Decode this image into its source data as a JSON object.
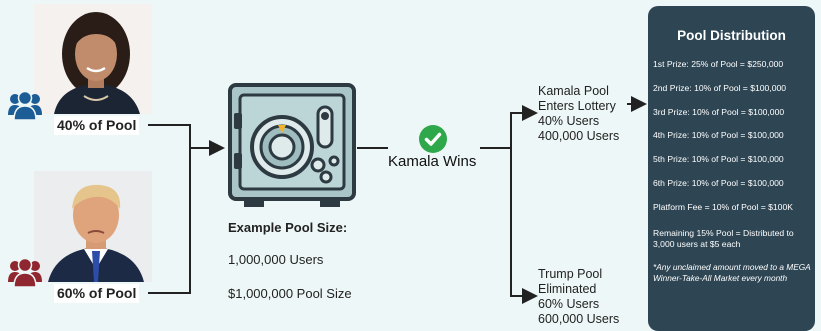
{
  "candidates": {
    "kamala": {
      "pool_label": "40% of Pool"
    },
    "trump": {
      "pool_label": "60% of Pool"
    }
  },
  "example": {
    "title": "Example Pool Size:",
    "users": "1,000,000 Users",
    "pool_size": "$1,000,000 Pool Size"
  },
  "result": {
    "label": "Kamala Wins"
  },
  "outcomes": {
    "kamala": [
      "Kamala Pool",
      "Enters Lottery",
      "40% Users",
      "400,000 Users"
    ],
    "trump": [
      "Trump Pool",
      "Eliminated",
      "60% Users",
      "600,000 Users"
    ]
  },
  "distribution": {
    "title": "Pool Distribution",
    "items": [
      "1st Prize: 25% of Pool = $250,000",
      "2nd Prize: 10% of Pool = $100,000",
      "3rd Prize: 10% of Pool = $100,000",
      "4th Prize: 10% of Pool = $100,000",
      "5th Prize: 10% of Pool = $100,000",
      "6th Prize: 10% of Pool = $100,000",
      "Platform Fee = 10% of Pool = $100K"
    ],
    "remaining": "Remaining 15% Pool = Distributed to 3,000 users at $5 each",
    "footnote": "*Any unclaimed amount moved to a MEGA Winner-Take-All Market every month"
  },
  "colors": {
    "kamala_icon": "#1d5d96",
    "trump_icon": "#8f2630",
    "panel_bg": "#2e4654",
    "check": "#2ea84a",
    "safe": "#2d3a42"
  },
  "icons": [
    "users-icon",
    "safe-icon",
    "check-circle-icon",
    "arrow-icon"
  ]
}
